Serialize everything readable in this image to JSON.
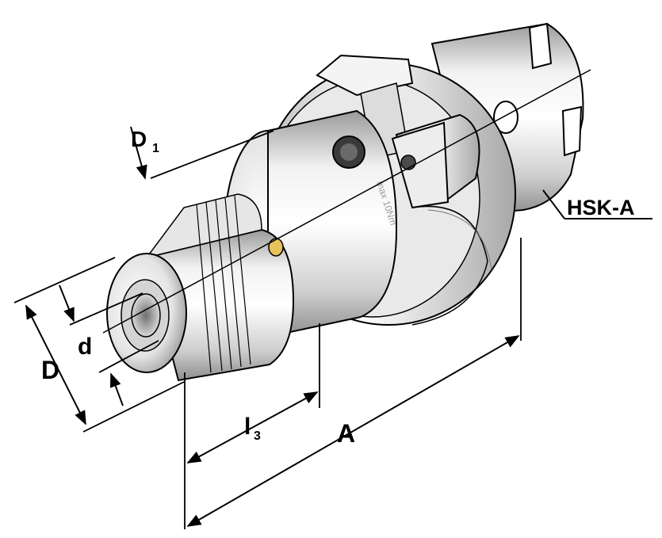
{
  "labels": {
    "d1": "D",
    "d1_sub": "1",
    "hsk": "HSK-A",
    "d_outer": "D",
    "d_inner": "d",
    "l3": "l",
    "l3_sub": "3",
    "a": "A"
  },
  "engraving": "max 10Nm",
  "colors": {
    "line": "#000000",
    "metal_light": "#f4f4f4",
    "metal_mid": "#c9c9c9",
    "metal_dark": "#8a8a8a",
    "pin_gold": "#e8c25a"
  }
}
